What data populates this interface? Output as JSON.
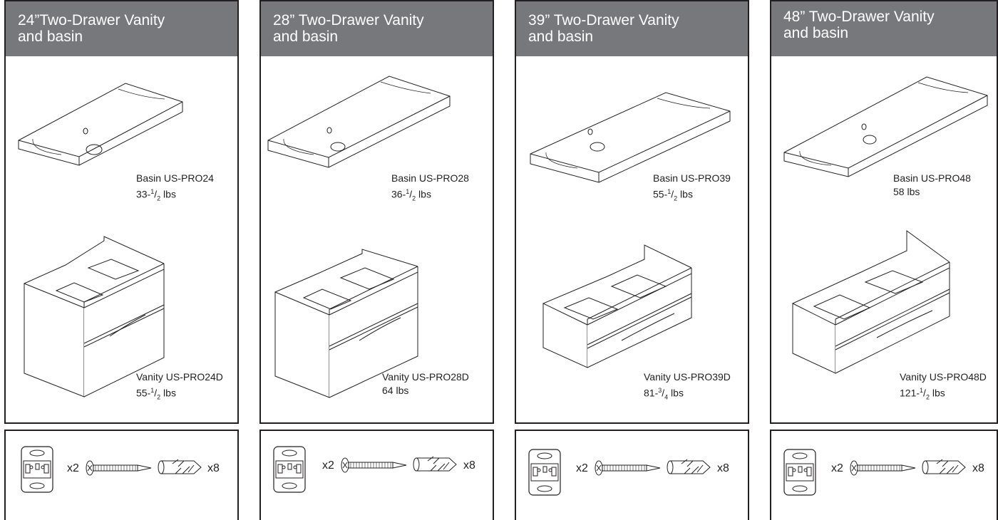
{
  "columns": [
    {
      "title_line1": "24”Two-Drawer Vanity",
      "title_line2": "and basin",
      "basin_model": "Basin US-PRO24",
      "basin_weight_whole": "33-",
      "basin_weight_num": "1",
      "basin_weight_den": "2",
      "basin_weight_unit": " lbs",
      "vanity_model": "Vanity US-PRO24D",
      "vanity_weight_whole": "55-",
      "vanity_weight_num": "1",
      "vanity_weight_den": "2",
      "vanity_weight_unit": " lbs",
      "bracket_qty": "x2",
      "screw_qty": "x8"
    },
    {
      "title_line1": "28” Two-Drawer Vanity",
      "title_line2": "and basin",
      "basin_model": "Basin US-PRO28",
      "basin_weight_whole": "36-",
      "basin_weight_num": "1",
      "basin_weight_den": "2",
      "basin_weight_unit": " lbs",
      "vanity_model": "Vanity US-PRO28D",
      "vanity_weight_plain": "64 lbs",
      "bracket_qty": "x2",
      "screw_qty": "x8"
    },
    {
      "title_line1": "39” Two-Drawer Vanity",
      "title_line2": "and basin",
      "basin_model": "Basin US-PRO39",
      "basin_weight_whole": "55-",
      "basin_weight_num": "1",
      "basin_weight_den": "2",
      "basin_weight_unit": " lbs",
      "vanity_model": "Vanity US-PRO39D",
      "vanity_weight_whole": "81-",
      "vanity_weight_num": "3",
      "vanity_weight_den": "4",
      "vanity_weight_unit": " lbs",
      "bracket_qty": "x2",
      "screw_qty": "x8"
    },
    {
      "title_line1": "48” Two-Drawer Vanity",
      "title_line2": "and basin",
      "basin_model": "Basin US-PRO48",
      "basin_weight_plain": "58 lbs",
      "vanity_model": "Vanity US-PRO48D",
      "vanity_weight_whole": "121-",
      "vanity_weight_num": "1",
      "vanity_weight_den": "2",
      "vanity_weight_unit": " lbs",
      "bracket_qty": "x2",
      "screw_qty": "x8"
    }
  ],
  "colors": {
    "header_bg": "#77787b",
    "header_text": "#ffffff",
    "line": "#231f20"
  }
}
